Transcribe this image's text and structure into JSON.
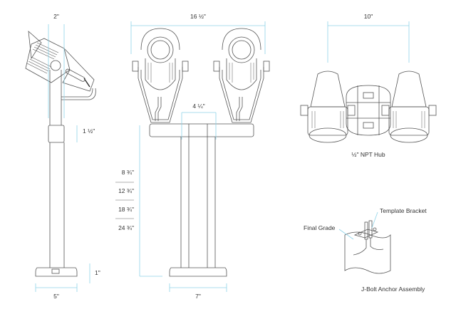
{
  "side_view": {
    "top_width": "2\"",
    "collar_height": "1 ½\"",
    "base_height": "1\"",
    "base_width": "5\""
  },
  "front_view": {
    "overall_width": "16 ½\"",
    "hub_width": "4 ¼\"",
    "base_width": "7\"",
    "height_options": [
      "8 ¾\"",
      "12 ¾\"",
      "18 ¾\"",
      "24 ¾\""
    ]
  },
  "top_view": {
    "spacing": "10\"",
    "caption": "½\" NPT Hub"
  },
  "anchor": {
    "label_bracket": "Template Bracket",
    "label_grade": "Final Grade",
    "caption": "J-Bolt Anchor Assembly"
  },
  "colors": {
    "dimension_line": "#8fd3e8",
    "drawing_line": "#555555",
    "text": "#333333"
  }
}
